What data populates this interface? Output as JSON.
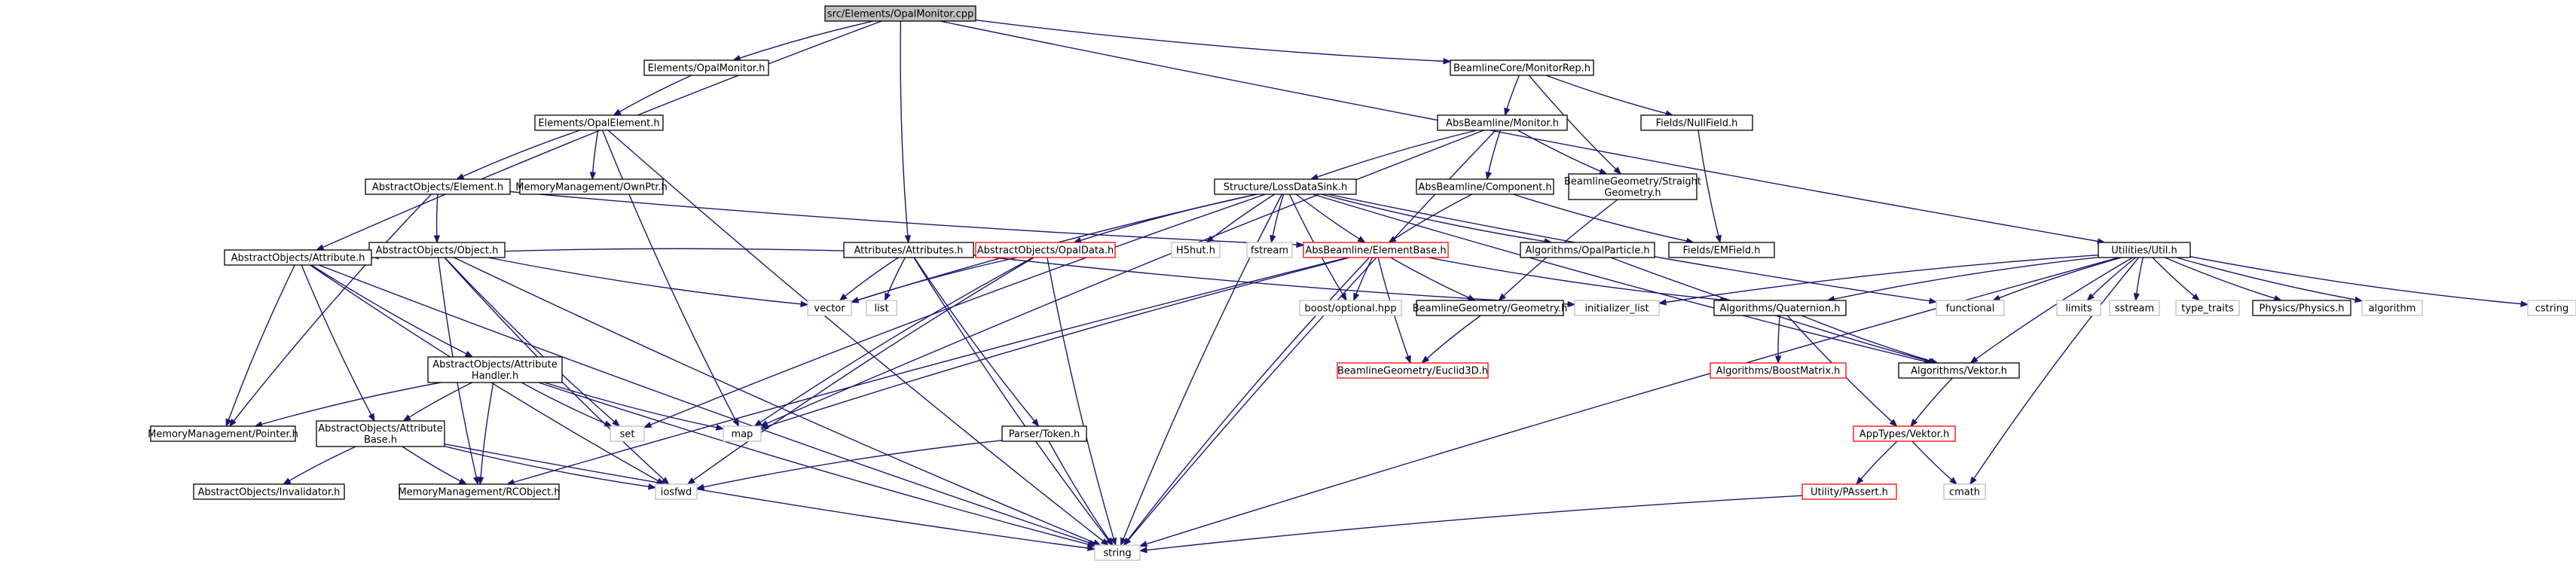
{
  "graph": {
    "edge_color": "#191970",
    "colors": {
      "root_fill": "#bfbfbf",
      "black": "#000000",
      "red": "#ff0000",
      "grey": "#bfbfbf"
    },
    "nodes": [
      {
        "id": "opalmonitor_cpp",
        "lines": [
          "src/Elements/OpalMonitor.cpp"
        ],
        "style": "root"
      },
      {
        "id": "opalmonitor_h",
        "lines": [
          "Elements/OpalMonitor.h"
        ],
        "style": "black"
      },
      {
        "id": "monitorrep_h",
        "lines": [
          "BeamlineCore/MonitorRep.h"
        ],
        "style": "black"
      },
      {
        "id": "opalelement_h",
        "lines": [
          "Elements/OpalElement.h"
        ],
        "style": "black"
      },
      {
        "id": "absbeamline_monitor_h",
        "lines": [
          "AbsBeamline/Monitor.h"
        ],
        "style": "black"
      },
      {
        "id": "nullfield_h",
        "lines": [
          "Fields/NullField.h"
        ],
        "style": "black"
      },
      {
        "id": "ao_element_h",
        "lines": [
          "AbstractObjects/Element.h"
        ],
        "style": "black"
      },
      {
        "id": "ownptr_h",
        "lines": [
          "MemoryManagement/OwnPtr.h"
        ],
        "style": "black"
      },
      {
        "id": "lossdatasink_h",
        "lines": [
          "Structure/LossDataSink.h"
        ],
        "style": "black"
      },
      {
        "id": "component_h",
        "lines": [
          "AbsBeamline/Component.h"
        ],
        "style": "black"
      },
      {
        "id": "straightgeometry_h",
        "lines": [
          "BeamlineGeometry/Straight",
          "Geometry.h"
        ],
        "style": "black"
      },
      {
        "id": "ao_object_h",
        "lines": [
          "AbstractObjects/Object.h"
        ],
        "style": "black"
      },
      {
        "id": "attributes_h",
        "lines": [
          "Attributes/Attributes.h"
        ],
        "style": "black"
      },
      {
        "id": "opaldata_h",
        "lines": [
          "AbstractObjects/OpalData.h"
        ],
        "style": "red"
      },
      {
        "id": "hdf5_h",
        "lines": [
          "H5hut.h"
        ],
        "style": "grey"
      },
      {
        "id": "fstream",
        "lines": [
          "fstream"
        ],
        "style": "grey"
      },
      {
        "id": "elementbase_h",
        "lines": [
          "AbsBeamline/ElementBase.h"
        ],
        "style": "red"
      },
      {
        "id": "opalparticle_h",
        "lines": [
          "Algorithms/OpalParticle.h"
        ],
        "style": "black"
      },
      {
        "id": "emfield_h",
        "lines": [
          "Fields/EMField.h"
        ],
        "style": "black"
      },
      {
        "id": "util_h",
        "lines": [
          "Utilities/Util.h"
        ],
        "style": "black"
      },
      {
        "id": "ao_attribute_h",
        "lines": [
          "AbstractObjects/Attribute.h"
        ],
        "style": "black"
      },
      {
        "id": "vector",
        "lines": [
          "vector"
        ],
        "style": "grey"
      },
      {
        "id": "list",
        "lines": [
          "list"
        ],
        "style": "grey"
      },
      {
        "id": "boost_optional",
        "lines": [
          "boost/optional.hpp"
        ],
        "style": "grey"
      },
      {
        "id": "geometry_h",
        "lines": [
          "BeamlineGeometry/Geometry.h"
        ],
        "style": "black"
      },
      {
        "id": "initializer_list",
        "lines": [
          "initializer_list"
        ],
        "style": "grey"
      },
      {
        "id": "quaternion_h",
        "lines": [
          "Algorithms/Quaternion.h"
        ],
        "style": "black"
      },
      {
        "id": "functional",
        "lines": [
          "functional"
        ],
        "style": "grey"
      },
      {
        "id": "limits",
        "lines": [
          "limits"
        ],
        "style": "grey"
      },
      {
        "id": "sstream",
        "lines": [
          "sstream"
        ],
        "style": "grey"
      },
      {
        "id": "type_traits",
        "lines": [
          "type_traits"
        ],
        "style": "grey"
      },
      {
        "id": "physics_h",
        "lines": [
          "Physics/Physics.h"
        ],
        "style": "black"
      },
      {
        "id": "algorithm",
        "lines": [
          "algorithm"
        ],
        "style": "grey"
      },
      {
        "id": "cstring",
        "lines": [
          "cstring"
        ],
        "style": "grey"
      },
      {
        "id": "attr_handler_h",
        "lines": [
          "AbstractObjects/Attribute",
          "Handler.h"
        ],
        "style": "black"
      },
      {
        "id": "euclid3d_h",
        "lines": [
          "BeamlineGeometry/Euclid3D.h"
        ],
        "style": "red"
      },
      {
        "id": "boostmatrix_h",
        "lines": [
          "Algorithms/BoostMatrix.h"
        ],
        "style": "red"
      },
      {
        "id": "algo_vektor_h",
        "lines": [
          "Algorithms/Vektor.h"
        ],
        "style": "black"
      },
      {
        "id": "pointer_h",
        "lines": [
          "MemoryManagement/Pointer.h"
        ],
        "style": "black"
      },
      {
        "id": "attr_base_h",
        "lines": [
          "AbstractObjects/Attribute",
          "Base.h"
        ],
        "style": "black"
      },
      {
        "id": "set",
        "lines": [
          "set"
        ],
        "style": "grey"
      },
      {
        "id": "map",
        "lines": [
          "map"
        ],
        "style": "grey"
      },
      {
        "id": "token_h",
        "lines": [
          "Parser/Token.h"
        ],
        "style": "black"
      },
      {
        "id": "apptypes_vektor_h",
        "lines": [
          "AppTypes/Vektor.h"
        ],
        "style": "red"
      },
      {
        "id": "invalidator_h",
        "lines": [
          "AbstractObjects/Invalidator.h"
        ],
        "style": "black"
      },
      {
        "id": "rcobject_h",
        "lines": [
          "MemoryManagement/RCObject.h"
        ],
        "style": "black"
      },
      {
        "id": "iosfwd",
        "lines": [
          "iosfwd"
        ],
        "style": "grey"
      },
      {
        "id": "passert_h",
        "lines": [
          "Utility/PAssert.h"
        ],
        "style": "red"
      },
      {
        "id": "cmath",
        "lines": [
          "cmath"
        ],
        "style": "grey"
      },
      {
        "id": "string",
        "lines": [
          "string"
        ],
        "style": "grey"
      }
    ],
    "edges": [
      [
        "opalmonitor_cpp",
        "opalmonitor_h"
      ],
      [
        "opalmonitor_cpp",
        "monitorrep_h"
      ],
      [
        "opalmonitor_cpp",
        "ao_attribute_h"
      ],
      [
        "opalmonitor_cpp",
        "attributes_h"
      ],
      [
        "opalmonitor_cpp",
        "util_h"
      ],
      [
        "opalmonitor_h",
        "opalelement_h"
      ],
      [
        "opalelement_h",
        "ao_element_h"
      ],
      [
        "opalelement_h",
        "ownptr_h"
      ],
      [
        "opalelement_h",
        "map"
      ],
      [
        "opalelement_h",
        "string"
      ],
      [
        "ao_element_h",
        "ao_object_h"
      ],
      [
        "ao_element_h",
        "elementbase_h"
      ],
      [
        "ao_element_h",
        "pointer_h"
      ],
      [
        "ao_object_h",
        "ao_attribute_h"
      ],
      [
        "ao_object_h",
        "vector"
      ],
      [
        "ao_object_h",
        "set"
      ],
      [
        "ao_object_h",
        "iosfwd"
      ],
      [
        "ao_object_h",
        "string"
      ],
      [
        "ao_object_h",
        "rcobject_h"
      ],
      [
        "monitorrep_h",
        "absbeamline_monitor_h"
      ],
      [
        "monitorrep_h",
        "nullfield_h"
      ],
      [
        "monitorrep_h",
        "straightgeometry_h"
      ],
      [
        "absbeamline_monitor_h",
        "lossdatasink_h"
      ],
      [
        "absbeamline_monitor_h",
        "component_h"
      ],
      [
        "absbeamline_monitor_h",
        "straightgeometry_h"
      ],
      [
        "absbeamline_monitor_h",
        "map"
      ],
      [
        "absbeamline_monitor_h",
        "string"
      ],
      [
        "nullfield_h",
        "emfield_h"
      ],
      [
        "component_h",
        "elementbase_h"
      ],
      [
        "component_h",
        "emfield_h"
      ],
      [
        "straightgeometry_h",
        "geometry_h"
      ],
      [
        "lossdatasink_h",
        "opaldata_h"
      ],
      [
        "lossdatasink_h",
        "hdf5_h"
      ],
      [
        "lossdatasink_h",
        "fstream"
      ],
      [
        "lossdatasink_h",
        "elementbase_h"
      ],
      [
        "lossdatasink_h",
        "opalparticle_h"
      ],
      [
        "lossdatasink_h",
        "vector"
      ],
      [
        "lossdatasink_h",
        "set"
      ],
      [
        "lossdatasink_h",
        "string"
      ],
      [
        "lossdatasink_h",
        "functional"
      ],
      [
        "lossdatasink_h",
        "algo_vektor_h"
      ],
      [
        "lossdatasink_h",
        "boost_optional"
      ],
      [
        "opaldata_h",
        "vector"
      ],
      [
        "opaldata_h",
        "map"
      ],
      [
        "opaldata_h",
        "iosfwd"
      ],
      [
        "opaldata_h",
        "string"
      ],
      [
        "attributes_h",
        "ao_attribute_h"
      ],
      [
        "attributes_h",
        "vector"
      ],
      [
        "attributes_h",
        "list"
      ],
      [
        "attributes_h",
        "token_h"
      ],
      [
        "attributes_h",
        "string"
      ],
      [
        "attributes_h",
        "initializer_list"
      ],
      [
        "elementbase_h",
        "boost_optional"
      ],
      [
        "elementbase_h",
        "geometry_h"
      ],
      [
        "elementbase_h",
        "euclid3d_h"
      ],
      [
        "elementbase_h",
        "quaternion_h"
      ],
      [
        "elementbase_h",
        "map"
      ],
      [
        "elementbase_h",
        "string"
      ],
      [
        "elementbase_h",
        "rcobject_h"
      ],
      [
        "opalparticle_h",
        "algo_vektor_h"
      ],
      [
        "geometry_h",
        "euclid3d_h"
      ],
      [
        "util_h",
        "initializer_list"
      ],
      [
        "util_h",
        "quaternion_h"
      ],
      [
        "util_h",
        "functional"
      ],
      [
        "util_h",
        "limits"
      ],
      [
        "util_h",
        "sstream"
      ],
      [
        "util_h",
        "type_traits"
      ],
      [
        "util_h",
        "physics_h"
      ],
      [
        "util_h",
        "algorithm"
      ],
      [
        "util_h",
        "cstring"
      ],
      [
        "util_h",
        "algo_vektor_h"
      ],
      [
        "util_h",
        "string"
      ],
      [
        "util_h",
        "cmath"
      ],
      [
        "quaternion_h",
        "boostmatrix_h"
      ],
      [
        "quaternion_h",
        "apptypes_vektor_h"
      ],
      [
        "quaternion_h",
        "algo_vektor_h"
      ],
      [
        "algo_vektor_h",
        "apptypes_vektor_h"
      ],
      [
        "apptypes_vektor_h",
        "passert_h"
      ],
      [
        "apptypes_vektor_h",
        "cmath"
      ],
      [
        "passert_h",
        "string"
      ],
      [
        "ao_attribute_h",
        "attr_handler_h"
      ],
      [
        "ao_attribute_h",
        "attr_base_h"
      ],
      [
        "ao_attribute_h",
        "pointer_h"
      ],
      [
        "ao_attribute_h",
        "iosfwd"
      ],
      [
        "ao_attribute_h",
        "string"
      ],
      [
        "attr_handler_h",
        "pointer_h"
      ],
      [
        "attr_handler_h",
        "attr_base_h"
      ],
      [
        "attr_handler_h",
        "set"
      ],
      [
        "attr_handler_h",
        "map"
      ],
      [
        "attr_handler_h",
        "rcobject_h"
      ],
      [
        "attr_handler_h",
        "string"
      ],
      [
        "attr_base_h",
        "invalidator_h"
      ],
      [
        "attr_base_h",
        "rcobject_h"
      ],
      [
        "attr_base_h",
        "iosfwd"
      ],
      [
        "attr_base_h",
        "string"
      ],
      [
        "token_h",
        "iosfwd"
      ],
      [
        "token_h",
        "string"
      ]
    ]
  }
}
